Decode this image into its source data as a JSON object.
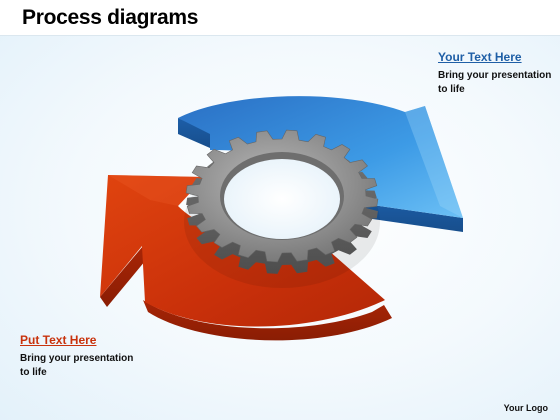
{
  "title": "Process diagrams",
  "callout_top": {
    "heading": "Your Text Here",
    "body": "Bring your presentation to life",
    "color": "#1f5fa6"
  },
  "callout_bottom": {
    "heading": "Put Text Here",
    "body": "Bring your presentation to life",
    "color": "#c8320c"
  },
  "logo": "Your Logo",
  "diagram": {
    "arrow_colors": {
      "blue": "#2f8fd9",
      "red": "#d8340a"
    },
    "gear_color": "#8c8c8c"
  }
}
